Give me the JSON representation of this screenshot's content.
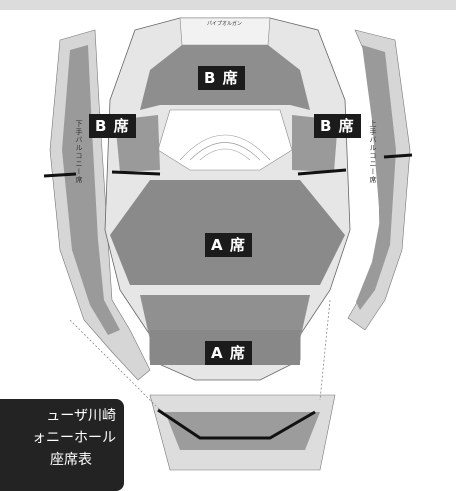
{
  "map": {
    "organ_label": "パイプオルガン",
    "left_balcony_label": "下手バルコニー席",
    "right_balcony_label": "上手バルコニー席",
    "zones": {
      "b_top": "B 席",
      "b_left": "B 席",
      "b_right": "B 席",
      "a_center": "A 席",
      "a_lower": "A 席"
    },
    "caption": {
      "line1": "ューザ川崎",
      "line2": "ォニーホール",
      "line3": "座席表"
    },
    "colors": {
      "zone_label_bg": "#1b1b1b",
      "seat_block": "#8c8c8c",
      "seat_light": "#d9d9d9",
      "divider": "#111111",
      "caption_bg": "#232323"
    }
  }
}
